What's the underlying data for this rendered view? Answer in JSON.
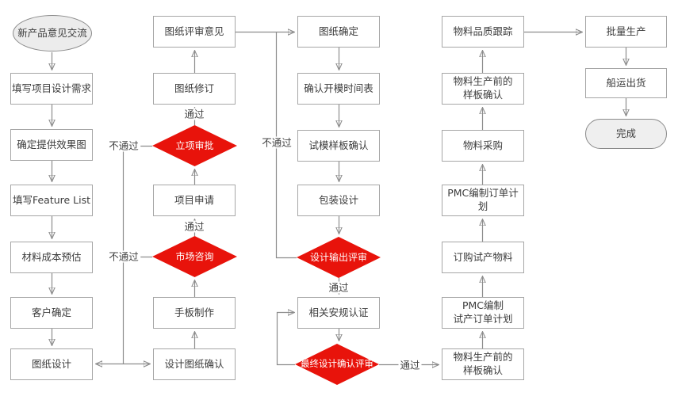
{
  "diagram": {
    "colors": {
      "background": "#ffffff",
      "box_fill": "#ffffff",
      "box_border": "#a6a6a6",
      "terminal_fill": "#ececec",
      "decision_fill": "#e8130b",
      "decision_text": "#ffffff",
      "connector": "#8c8c8c",
      "text": "#3b3b3b"
    },
    "nodes": {
      "start": "新产品意见交流",
      "fill_requirements": "填写项目设计需求",
      "confirm_renderings": "确定提供效果图",
      "feature_list": "填写Feature List",
      "cost_estimate": "材料成本预估",
      "customer_confirm": "客户确定",
      "drawing_design": "图纸设计",
      "drawing_review_opinion": "图纸评审意见",
      "drawing_revision": "图纸修订",
      "project_approval": "立项审批",
      "project_application": "项目申请",
      "market_consultation": "市场咨询",
      "prototype_making": "手板制作",
      "design_drawing_confirm": "设计图纸确认",
      "drawing_finalized": "图纸确定",
      "mold_schedule": "确认开模时间表",
      "mold_sample_confirm": "试模样板确认",
      "packaging_design": "包装设计",
      "design_output_review": "设计输出评审",
      "safety_certification": "相关安规认证",
      "final_design_review": "最终设计确认评审",
      "material_quality_tracking": "物料品质跟踪",
      "pre_production_sample_confirm_top": "物料生产前的\n样板确认",
      "material_purchase": "物料采购",
      "pmc_order_plan": "PMC编制订单计划",
      "order_trial_materials": "订购试产物料",
      "pmc_trial_order_plan": "PMC编制\n试产订单计划",
      "pre_production_sample_confirm_bottom": "物料生产前的\n样板确认",
      "mass_production": "批量生产",
      "shipping": "船运出货",
      "end": "完成"
    },
    "edge_labels": {
      "pass": "通过",
      "fail": "不通过"
    }
  }
}
